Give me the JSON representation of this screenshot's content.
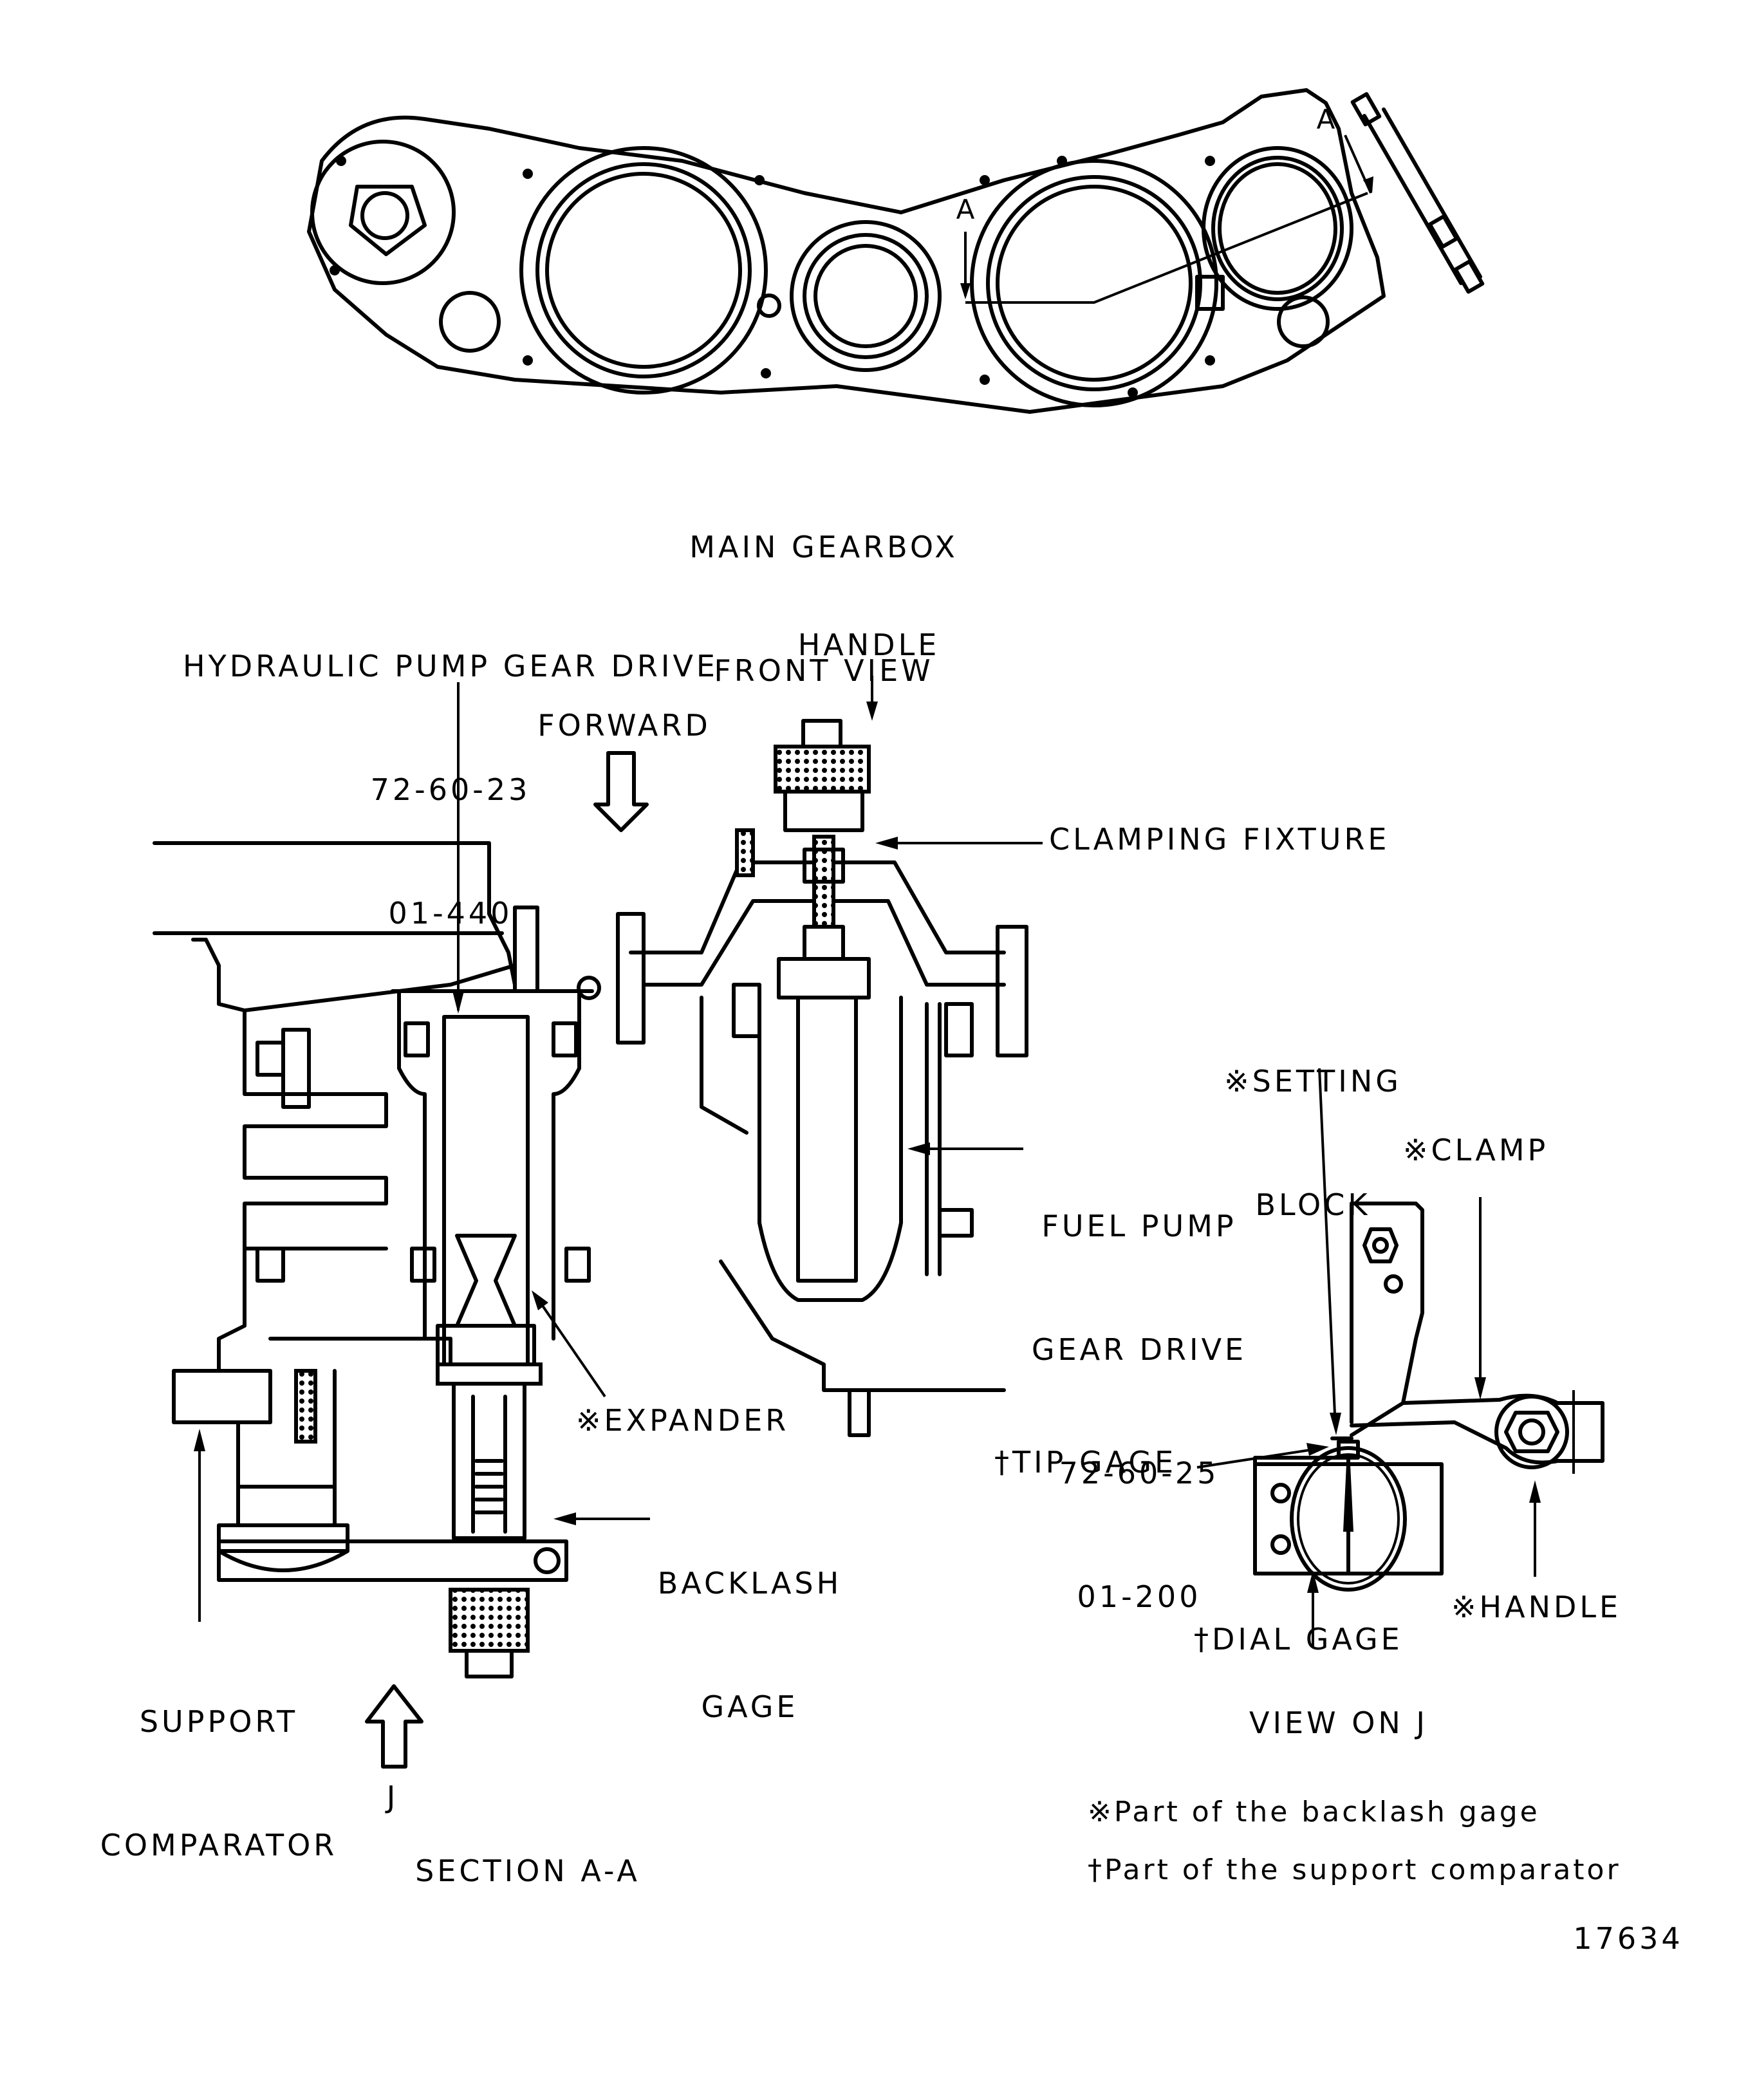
{
  "figure_number": "17634",
  "front_view": {
    "title_line1": "MAIN GEARBOX",
    "title_line2": "FRONT VIEW",
    "section_marker_left": "A",
    "section_marker_right": "A"
  },
  "section_view": {
    "title": "SECTION A-A",
    "view_direction_letter": "J",
    "labels": {
      "hydraulic_drive": [
        "HYDRAULIC PUMP GEAR DRIVE",
        "72-60-23",
        "01-440"
      ],
      "forward": "FORWARD",
      "handle": "HANDLE",
      "clamping_fixture": "CLAMPING FIXTURE",
      "fuel_drive": [
        "FUEL PUMP",
        "GEAR DRIVE",
        "72-60-25",
        "01-200"
      ],
      "expander": "※EXPANDER",
      "backlash_gage": [
        "BACKLASH",
        "GAGE"
      ],
      "support_comparator": [
        "SUPPORT",
        "COMPARATOR"
      ]
    }
  },
  "view_on_j": {
    "title": "VIEW ON J",
    "labels": {
      "setting_block": [
        "※SETTING",
        "BLOCK"
      ],
      "clamp": "※CLAMP",
      "tip_gage": "†TIP GAGE",
      "handle": "※HANDLE",
      "dial_gage": "†DIAL GAGE"
    }
  },
  "legend": {
    "backlash_note": "※Part of the backlash gage",
    "support_note": "†Part of the support comparator"
  }
}
